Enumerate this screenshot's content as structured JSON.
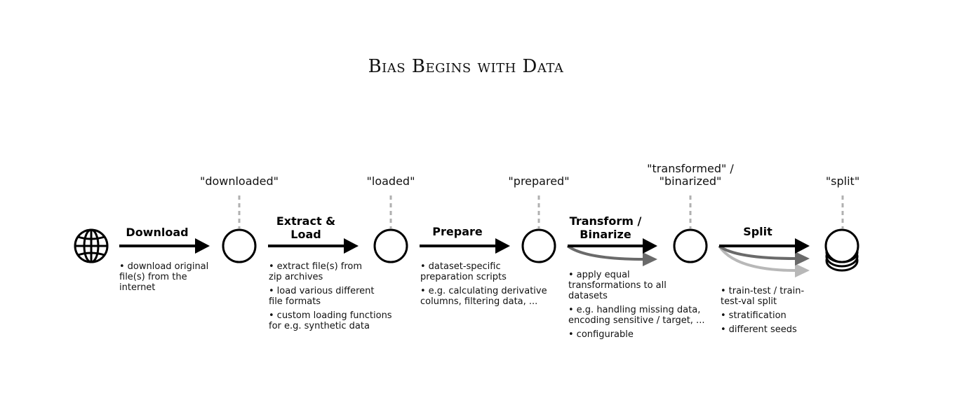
{
  "title": "Bias Begins with Data",
  "stages": [
    {
      "label_lines": [
        "\"downloaded\""
      ]
    },
    {
      "label_lines": [
        "\"loaded\""
      ]
    },
    {
      "label_lines": [
        "\"prepared\""
      ]
    },
    {
      "label_lines": [
        "\"transformed\" /",
        "\"binarized\""
      ]
    },
    {
      "label_lines": [
        "\"split\""
      ]
    }
  ],
  "steps": [
    {
      "label_lines": [
        "Download"
      ],
      "notes": [
        "download original file(s) from the internet"
      ]
    },
    {
      "label_lines": [
        "Extract &",
        "Load"
      ],
      "notes": [
        "extract file(s) from zip archives",
        "load various different file formats",
        "custom loading functions for e.g. synthetic data"
      ]
    },
    {
      "label_lines": [
        "Prepare"
      ],
      "notes": [
        "dataset-specific preparation scripts",
        "e.g. calculating derivative columns, filtering data, ..."
      ]
    },
    {
      "label_lines": [
        "Transform /",
        "Binarize"
      ],
      "notes": [
        "apply equal transformations to all datasets",
        "e.g. handling missing data, encoding sensitive / target, ...",
        "configurable"
      ]
    },
    {
      "label_lines": [
        "Split"
      ],
      "notes": [
        "train-test / train-test-val split",
        "stratification",
        "different seeds"
      ]
    }
  ],
  "icons": {
    "source": "globe-icon",
    "sink": "database-icon"
  },
  "colors": {
    "stroke": "#000000",
    "dash": "#b0b0b0",
    "arrow_mid": "#6a6a6a",
    "arrow_light": "#b8b8b8"
  }
}
